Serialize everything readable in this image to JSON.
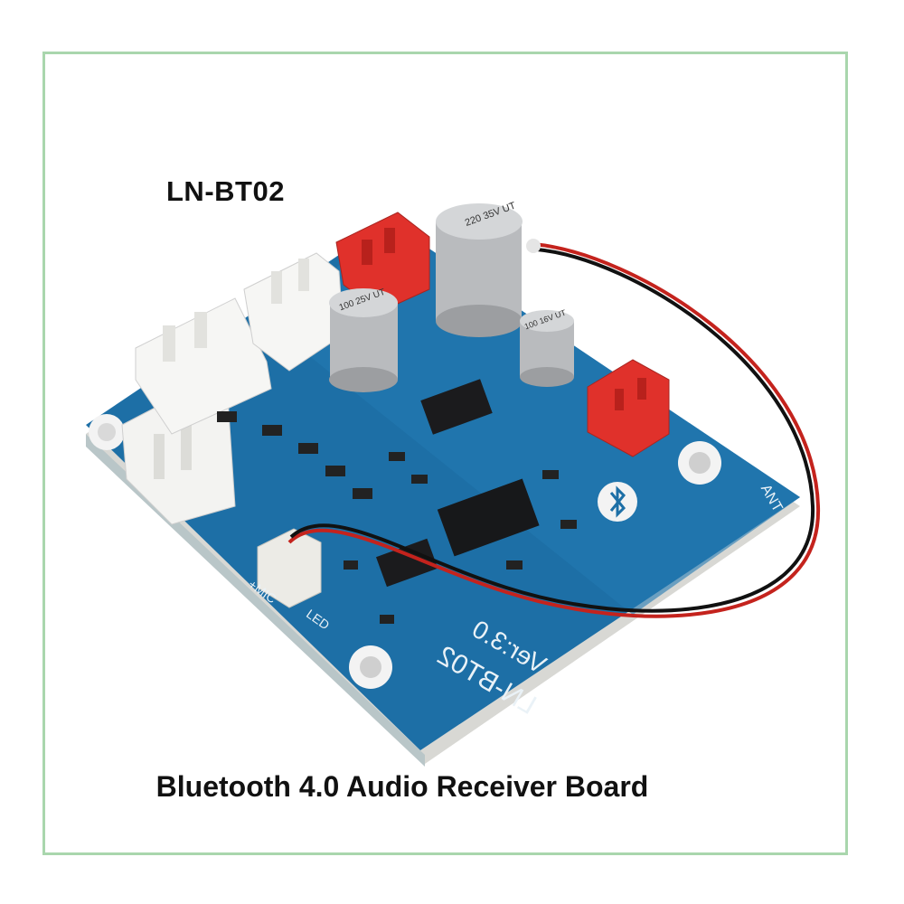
{
  "product": {
    "model_label": "LN-BT02",
    "caption": "Bluetooth 4.0 Audio Receiver Board"
  },
  "board_silkscreen": {
    "name": "LN-BT02",
    "version": "Ver:3.0",
    "ant": "ANT",
    "mic": "+MIC",
    "led": "LED"
  },
  "capacitors": [
    {
      "text": "220 35V UT"
    },
    {
      "text": "100 25V UT"
    },
    {
      "text": "100 16V UT"
    }
  ],
  "colors": {
    "board": "#1d6fa6",
    "frame": "#a9d6ad",
    "connector_red": "#e0312b",
    "connector_white": "#f3f3f1",
    "capacitor": "#b9bbbe"
  }
}
